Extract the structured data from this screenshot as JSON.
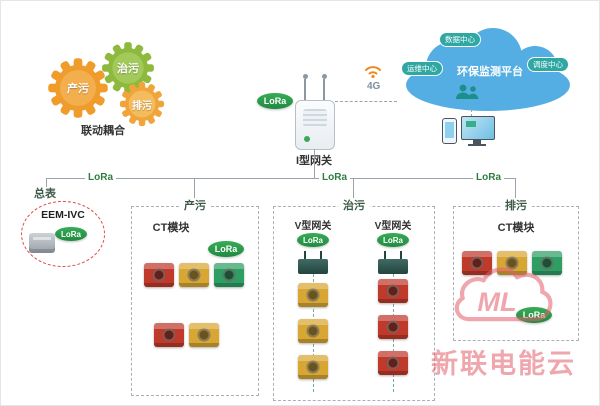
{
  "colors": {
    "lora_green": "#2f9e4f",
    "cloud_blue": "#54aee3",
    "watermark_red": "#e2606b",
    "module_red": "#bf3a2b",
    "module_yellow": "#d8a733",
    "module_green": "#2f9e63"
  },
  "gears": {
    "gear1": "产污",
    "gear2": "治污",
    "gear3": "排污",
    "caption": "联动耦合"
  },
  "gateway": {
    "lora": "LoRa",
    "label": "I型网关"
  },
  "uplink": {
    "network": "4G"
  },
  "cloud": {
    "title": "环保监测平台",
    "bubble_top": "数据中心",
    "bubble_left": "运维中心",
    "bubble_right": "调度中心"
  },
  "bus": {
    "lora_left": "LoRa",
    "lora_mid": "LoRa",
    "lora_right": "LoRa"
  },
  "meter": {
    "label": "总表",
    "device": "EEM-IVC",
    "lora": "LoRa"
  },
  "box_produce": {
    "label": "产污",
    "module": "CT模块",
    "lora": "LoRa",
    "row1": [
      "red",
      "yellow",
      "green"
    ],
    "row2": [
      "red",
      "yellow"
    ]
  },
  "box_treat": {
    "label": "治污",
    "col1": {
      "gateway": "V型网关",
      "lora": "LoRa",
      "modules": [
        "yellow",
        "yellow",
        "yellow"
      ]
    },
    "col2": {
      "gateway": "V型网关",
      "lora": "LoRa",
      "modules": [
        "red",
        "red",
        "red"
      ]
    }
  },
  "box_discharge": {
    "label": "排污",
    "module": "CT模块",
    "lora": "LoRa",
    "row1": [
      "red",
      "yellow",
      "green"
    ]
  },
  "watermark": {
    "logo": "ML",
    "text": "新联电能云"
  }
}
